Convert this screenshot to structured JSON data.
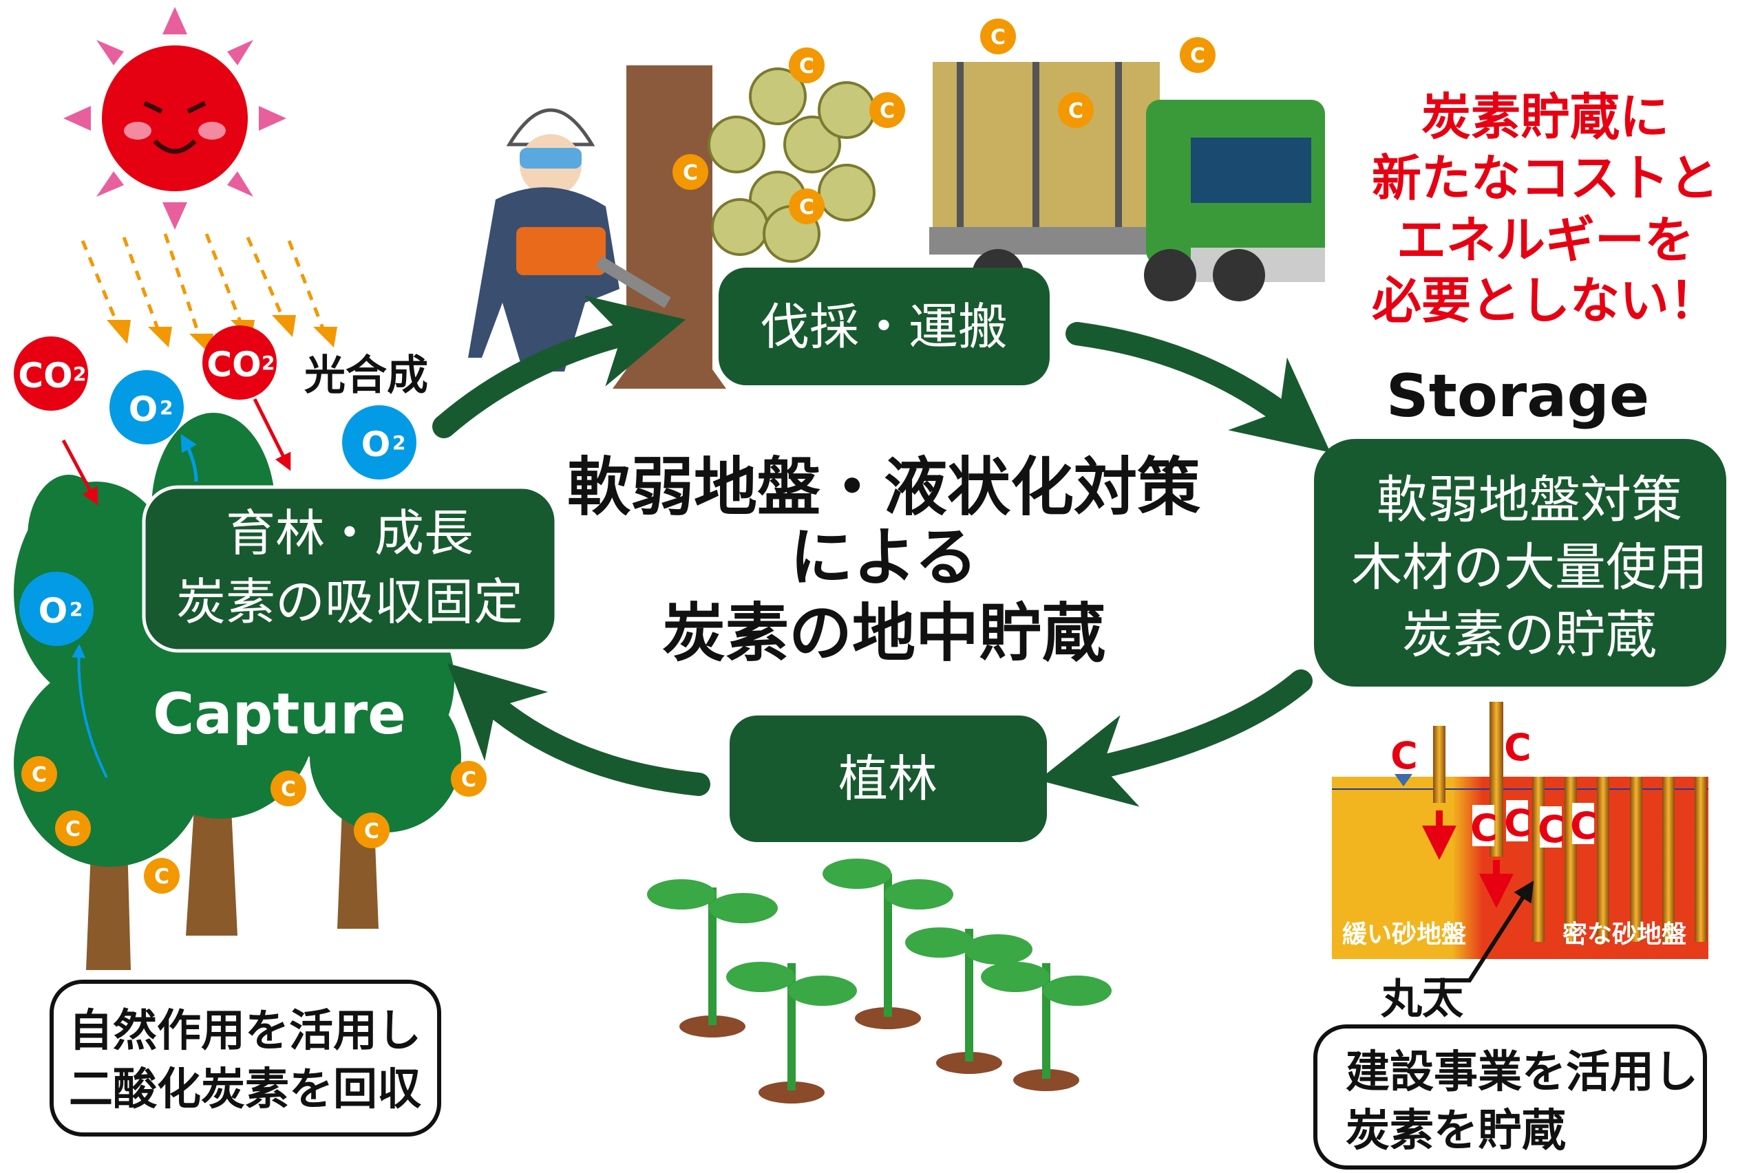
{
  "photosynthesis_label": "光合成",
  "molecules": {
    "co2": "CO",
    "co2_sub": "2",
    "o2": "O",
    "o2_sub": "2",
    "carbon": "C"
  },
  "capture": {
    "box_line1": "育林・成長",
    "box_line2": "炭素の吸収固定",
    "label": "Capture",
    "note_line1": "自然作用を活用し",
    "note_line2": "二酸化炭素を回収"
  },
  "logging_box": "伐採・運搬",
  "planting_box": "植林",
  "center_title": [
    "軟弱地盤・液状化対策",
    "による",
    "炭素の地中貯蔵"
  ],
  "red_message": [
    "炭素貯蔵に",
    "新たなコストと",
    "エネルギーを",
    "必要としない！"
  ],
  "storage": {
    "label": "Storage",
    "box_lines": [
      "軟弱地盤対策",
      "木材の大量使用",
      "炭素の貯蔵"
    ],
    "loose_ground": "緩い砂地盤",
    "dense_ground": "密な砂地盤",
    "log_label": "丸太",
    "note_line1": "建設事業を活用し",
    "note_line2": "炭素を貯蔵"
  },
  "colors": {
    "dark_green": "#185a30",
    "red": "#e60012",
    "blue": "#039be5",
    "orange": "#f39800"
  }
}
